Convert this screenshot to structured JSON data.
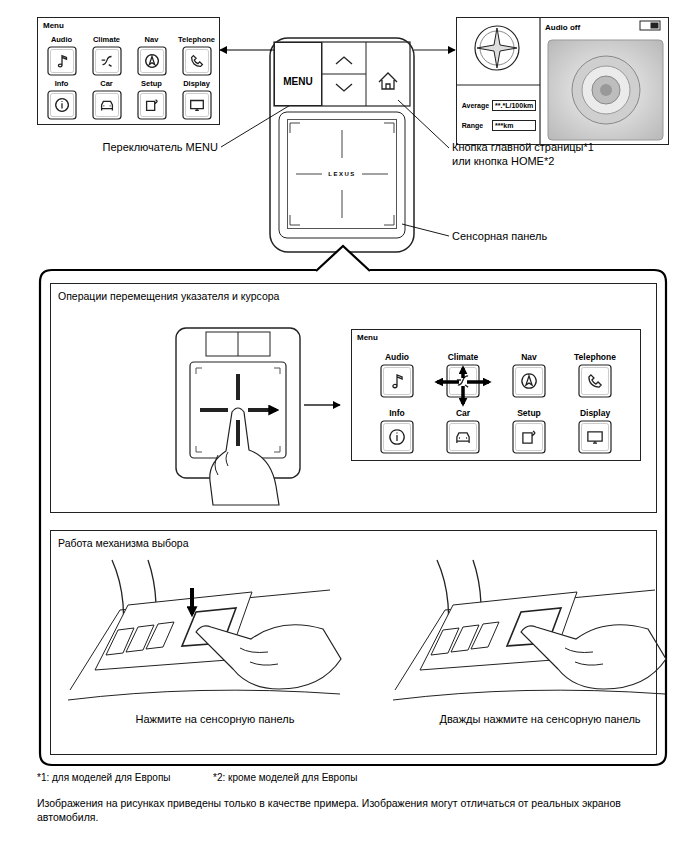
{
  "diagram": {
    "nodes": [
      {
        "text": [
          "Menu"
        ]
      },
      {
        "text": [
          "Audio"
        ],
        "in": 0
      },
      {
        "text": [
          "Climate"
        ],
        "in": 0
      },
      {
        "text": [
          "Nav"
        ],
        "in": 0
      },
      {
        "text": [
          "Telephone"
        ],
        "in": 0
      },
      {
        "text": [
          "Info"
        ],
        "in": 0
      },
      {
        "text": [
          "Car"
        ],
        "in": 0
      },
      {
        "text": [
          "Setup"
        ],
        "in": 0
      },
      {
        "text": [
          "Display"
        ],
        "in": 0
      },
      {
        "text": [
          "Audio off"
        ]
      },
      {
        "text": [
          "Average",
          "**.*L/100km",
          "Range",
          "***km"
        ],
        "in": 9
      },
      {
        "text": [
          "MENU"
        ]
      },
      {
        "text": [
          "LEXUS"
        ]
      },
      {
        "text": [
          "Операции перемещения указателя и курсора"
        ]
      },
      {
        "text": [
          "Menu"
        ],
        "in": 13
      },
      {
        "text": [
          "Audio"
        ],
        "in": 14
      },
      {
        "text": [
          "Climate"
        ],
        "in": 14
      },
      {
        "text": [
          "Nav"
        ],
        "in": 14
      },
      {
        "text": [
          "Telephone"
        ],
        "in": 14
      },
      {
        "text": [
          "Info"
        ],
        "in": 14
      },
      {
        "text": [
          "Car"
        ],
        "in": 14
      },
      {
        "text": [
          "Setup"
        ],
        "in": 14
      },
      {
        "text": [
          "Display"
        ],
        "in": 14
      },
      {
        "text": [
          "Работа механизма выбора"
        ]
      }
    ],
    "edges": [
      {
        "from": 11,
        "to": 0,
        "arrow": "to"
      }
    ],
    "labels": [
      "Переключатель MENU",
      "Кнопка главной страницы*1 или кнопка HOME*2",
      "Сенсорная панель",
      "Нажмите на сенсорную панель",
      "Дважды нажмите на сенсорную панель",
      "*1: для моделей для Европы",
      "*2: кроме моделей для Европы",
      "Изображения на рисунках приведены только в качестве примера. Изображения могут отличаться от реальных экранов автомобиля."
    ]
  }
}
